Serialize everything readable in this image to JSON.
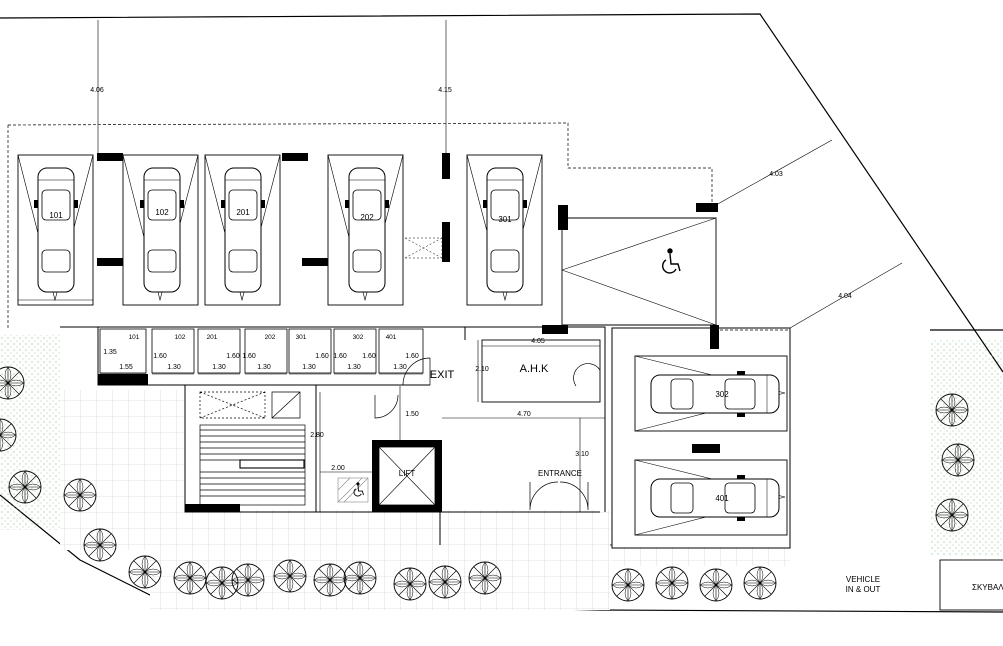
{
  "parking_spaces": [
    "101",
    "102",
    "201",
    "202",
    "301"
  ],
  "east_parking_spaces": [
    "302",
    "401"
  ],
  "storage_units": [
    "101",
    "102",
    "201",
    "202",
    "301",
    "302",
    "401"
  ],
  "rooms": {
    "ahk": "A.H.K",
    "lift": "LIFT",
    "entrance": "ENTRANCE",
    "exit": "EXIT"
  },
  "road": {
    "vehicle_line1": "VEHICLE",
    "vehicle_line2": "IN & OUT",
    "bins": "ΣΚΥΒΑΛ"
  },
  "dimensions": {
    "top_left": "4.06",
    "top_mid": "4.15",
    "diag_upper": "4.03",
    "diag_lower": "4.04",
    "storage_height": "1.35",
    "storage_w1": "1.55",
    "storage_depth_a": "1.60",
    "storage_w2": "1.30",
    "storage_depth_b": "1.60",
    "storage_depth_c": "1.60",
    "storage_w3": "1.30",
    "storage_depth_d": "1.60",
    "storage_w4": "1.30",
    "storage_depth_e": "1.60",
    "storage_w5": "1.30",
    "storage_depth_f": "1.60",
    "storage_depth_g": "1.60",
    "storage_w6": "1.30",
    "storage_w7": "1.30",
    "ahk_width": "4.05",
    "ahk_height": "2.10",
    "corridor": "1.50",
    "stair_height": "2.80",
    "lift_width": "2.00",
    "hall_width": "4.70",
    "entrance_depth": "3.10"
  },
  "colors": {
    "line": "#000000",
    "hatch": "#888888",
    "planting": "#7fbf7f"
  },
  "icons": [
    "wheelchair-icon",
    "tree-icon",
    "car-icon"
  ]
}
